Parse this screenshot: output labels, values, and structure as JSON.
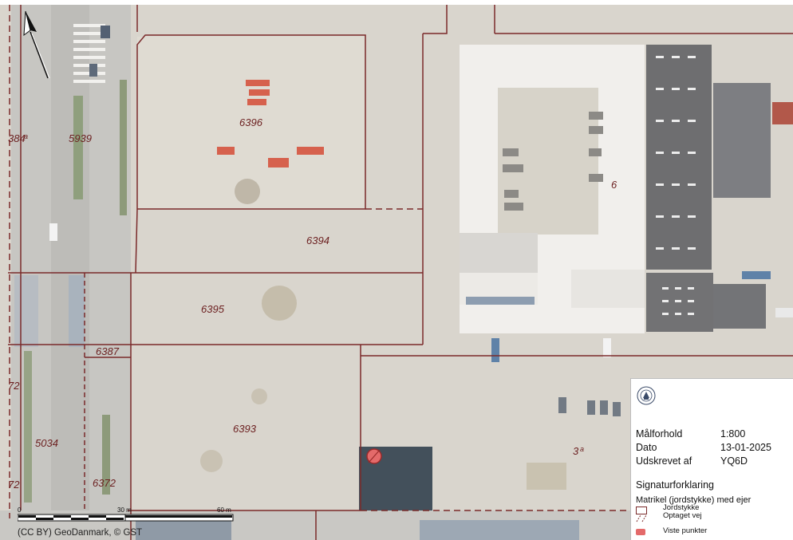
{
  "map": {
    "parcels": [
      "6396",
      "5939",
      "384",
      "a",
      "6394",
      "6395",
      "6387",
      "6393",
      "5034",
      "6372",
      "72",
      "72",
      "6",
      "3",
      "a"
    ],
    "credit": "(CC BY) GeoDanmark, © GST"
  },
  "scale": {
    "label_0": "0",
    "label_30": "30 m",
    "label_60": "60 m"
  },
  "legend": {
    "malforhold_label": "Målforhold",
    "malforhold_value": "1:800",
    "dato_label": "Dato",
    "dato_value": "13-01-2025",
    "udskrevet_label": "Udskrevet af",
    "udskrevet_value": "YQ6D",
    "heading": "Signaturforklaring",
    "subheading": "Matrikel (jordstykke) med ejer",
    "items": [
      "Jordstykke",
      "Optaget vej",
      "Viste punkter"
    ],
    "colors": {
      "parcel_line": "#7a2a2a",
      "point": "#e46a6a"
    }
  }
}
